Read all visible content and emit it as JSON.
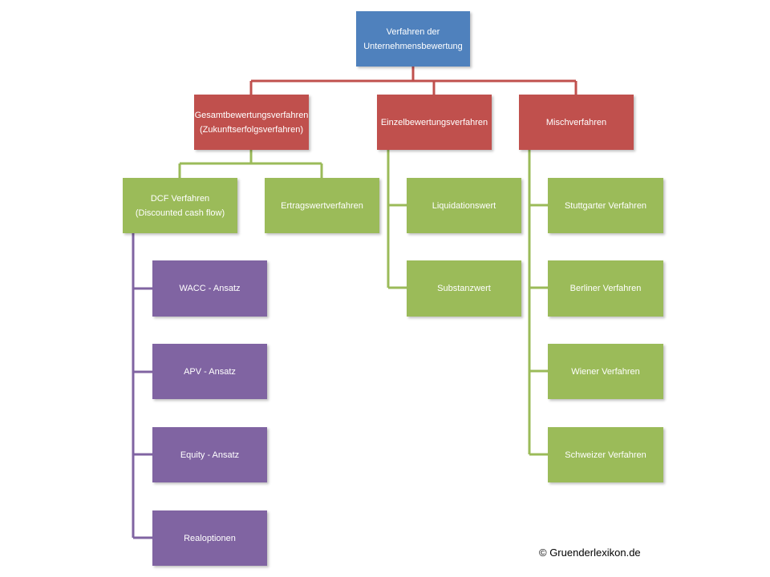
{
  "root": {
    "label": "Verfahren der\nUnternehmensbewertung"
  },
  "level1": {
    "gesamt": "Gesamtbewertungsverfahren\n(Zukunftserfolgsverfahren)",
    "einzel": "Einzelbewertungsverfahren",
    "misch": "Mischverfahren"
  },
  "gesamt_children": {
    "dcf": "DCF Verfahren\n(Discounted cash flow)",
    "ertrag": "Ertragswertverfahren"
  },
  "dcf_children": [
    "WACC - Ansatz",
    "APV - Ansatz",
    "Equity - Ansatz",
    "Realoptionen"
  ],
  "einzel_children": [
    "Liquidationswert",
    "Substanzwert"
  ],
  "misch_children": [
    "Stuttgarter Verfahren",
    "Berliner Verfahren",
    "Wiener Verfahren",
    "Schweizer Verfahren"
  ],
  "copyright": "© Gruenderlexikon.de",
  "colors": {
    "root": "#4F81BD",
    "level1": "#C0504D",
    "level2": "#9BBB59",
    "dcf_methods": "#8064A2"
  }
}
